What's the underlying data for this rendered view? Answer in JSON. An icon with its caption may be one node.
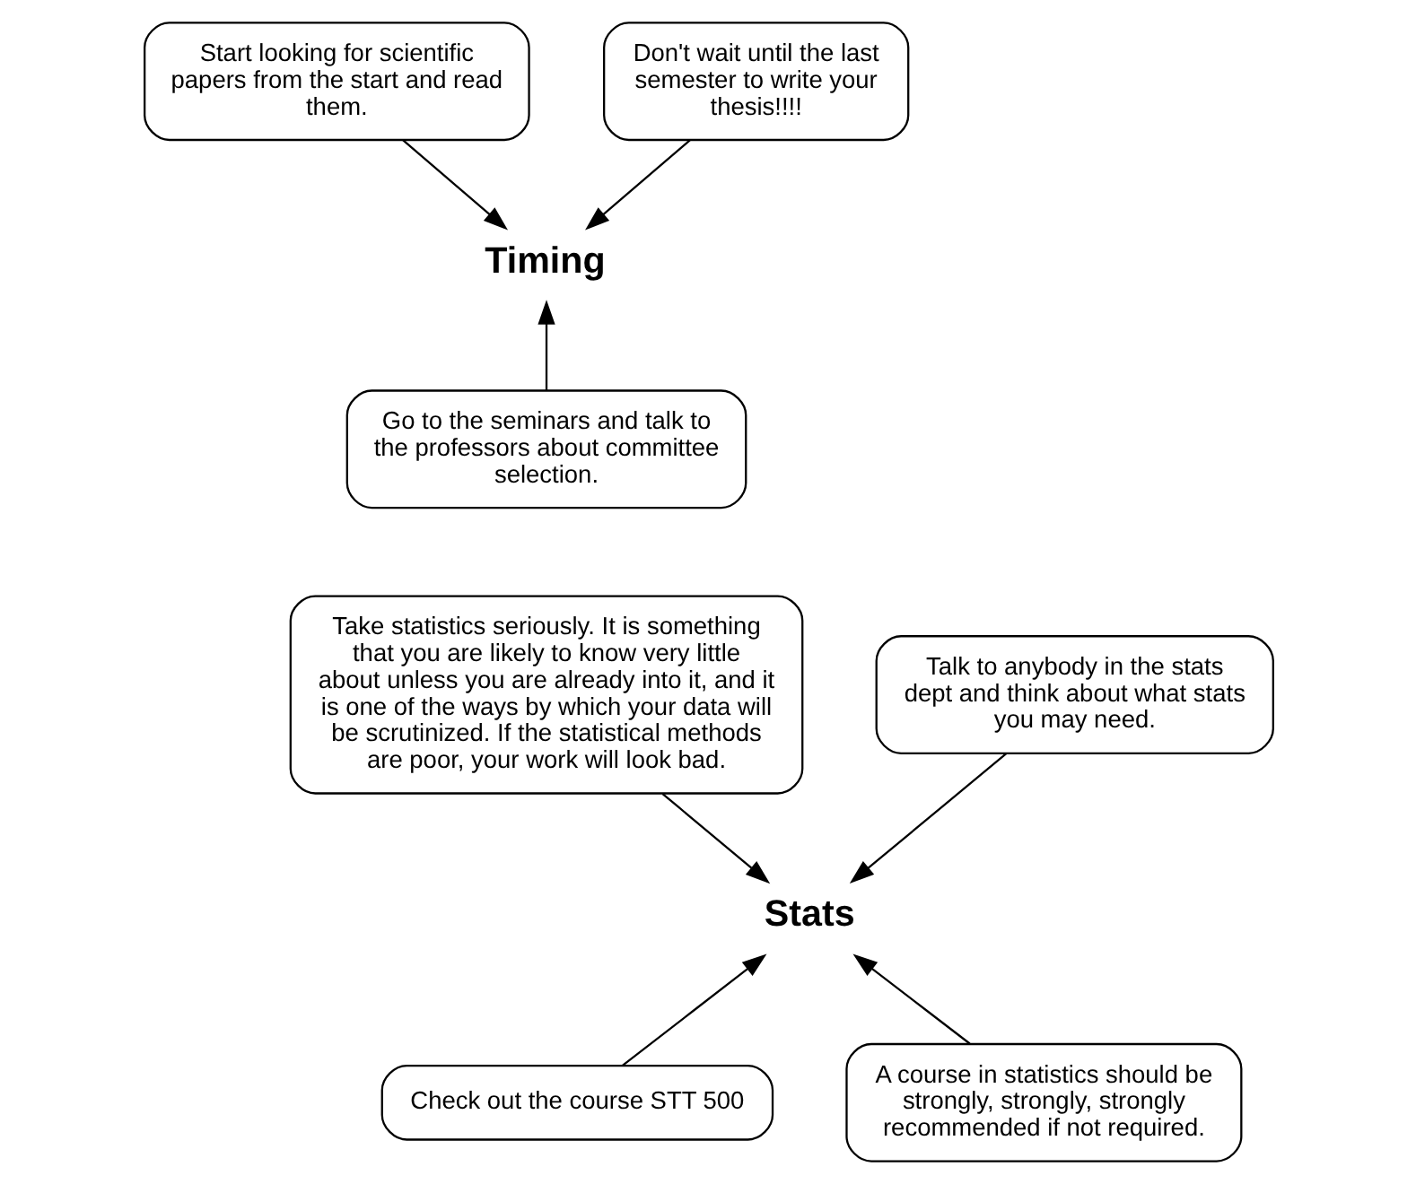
{
  "diagram": {
    "nodes": [
      {
        "text": [
          "Start looking for scientific papers from the start and read them."
        ]
      },
      {
        "text": [
          "Don't wait until the last semester to write your thesis!!!!"
        ]
      },
      {
        "text": [
          "Timing"
        ]
      },
      {
        "text": [
          "Go to the seminars and talk to the professors about committee selection."
        ]
      },
      {
        "text": [
          "Take statistics seriously. It is something that you are likely to know very little about unless you are already into it, and it is one of the ways by which your data will be scrutinized. If the statistical methods are poor, your work will look bad."
        ]
      },
      {
        "text": [
          "Talk to anybody in the stats dept and think about what stats you may need."
        ]
      },
      {
        "text": [
          "Stats"
        ]
      },
      {
        "text": [
          "Check out the course STT 500"
        ]
      },
      {
        "text": [
          "A course in statistics should be strongly, strongly, strongly recommended if not required."
        ]
      }
    ],
    "edges": [
      {
        "from": 0,
        "to": 2,
        "arrow": "to"
      },
      {
        "from": 1,
        "to": 2,
        "arrow": "to"
      },
      {
        "from": 3,
        "to": 2,
        "arrow": "to"
      },
      {
        "from": 4,
        "to": 6,
        "arrow": "to"
      },
      {
        "from": 5,
        "to": 6,
        "arrow": "to"
      },
      {
        "from": 7,
        "to": 6,
        "arrow": "to"
      },
      {
        "from": 8,
        "to": 6,
        "arrow": "to"
      }
    ]
  }
}
